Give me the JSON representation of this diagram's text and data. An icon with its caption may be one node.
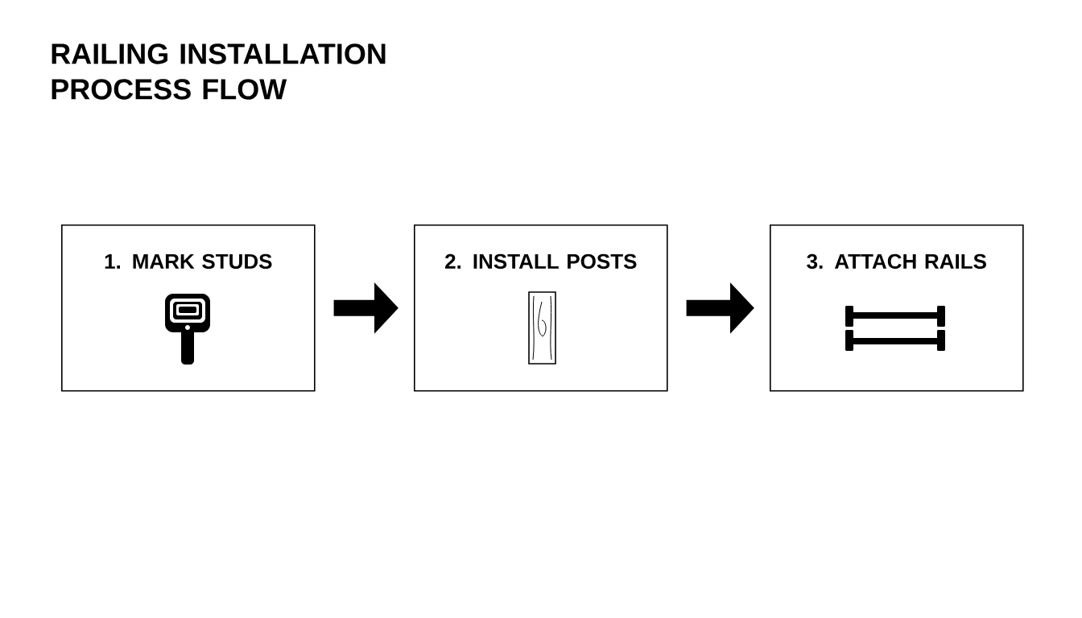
{
  "diagram": {
    "title": "RAILING INSTALLATION PROCESS FLOW",
    "nodes": [
      {
        "text": [
          "1. MARK STUDS"
        ]
      },
      {
        "text": [
          "2. INSTALL POSTS"
        ]
      },
      {
        "text": [
          "3. ATTACH RAILS"
        ]
      }
    ],
    "edges": [
      {
        "from": 0,
        "to": 1,
        "arrow": "to"
      },
      {
        "from": 1,
        "to": 2,
        "arrow": "to"
      }
    ]
  }
}
